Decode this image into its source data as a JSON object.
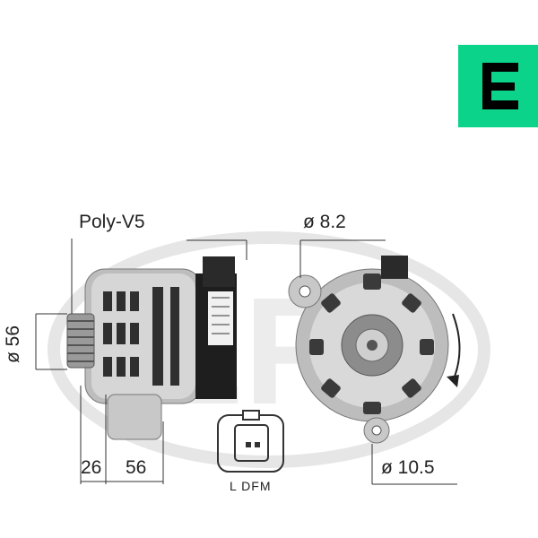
{
  "belt_label": "Poly-V5",
  "dim_diameter_top": "ø 8.2",
  "dim_diameter_bottom": "ø 10.5",
  "dim_pulley_diameter": "ø 56",
  "dim_offset": "26",
  "dim_length": "56",
  "connector_pins": "L   DFM",
  "colors": {
    "brand_green": "#0bd48a",
    "watermark": "#e6e6e6",
    "line": "#333333",
    "metal_light": "#cfcfcf",
    "metal_dark": "#3a3a3a"
  },
  "icons": {
    "brand_logo": "era-logo-icon",
    "rotation": "rotation-arrow-icon"
  }
}
